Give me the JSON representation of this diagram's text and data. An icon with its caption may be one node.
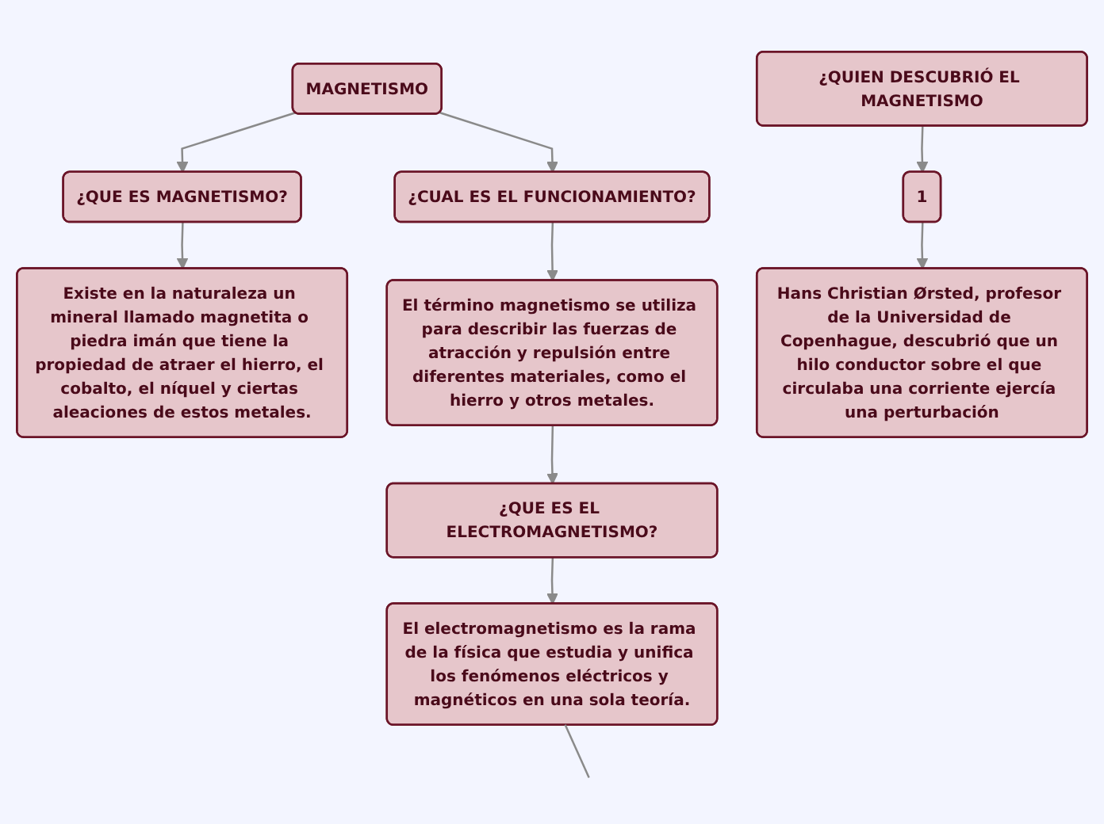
{
  "diagram": {
    "nodes": [
      {
        "text": [
          "MAGNETISMO"
        ]
      },
      {
        "text": [
          "¿QUE ES MAGNETISMO?"
        ]
      },
      {
        "text": [
          "¿CUAL ES EL FUNCIONAMIENTO?"
        ]
      },
      {
        "text": [
          "Existe en la naturaleza un mineral llamado magnetita o piedra imán que tiene la propiedad de atraer el hierro, el cobalto, el níquel y ciertas aleaciones de estos metales."
        ]
      },
      {
        "text": [
          "¿QUIEN DESCUBRIÓ EL MAGNETISMO"
        ]
      },
      {
        "text": [
          "1"
        ]
      },
      {
        "text": [
          "Hans Christian Ørsted, profesor de la Universidad de Copenhague, descubrió que un hilo conductor sobre el que circulaba una corriente ejercía una perturbación"
        ]
      },
      {
        "text": [
          "El término magnetismo se utiliza para describir las fuerzas de atracción y repulsión entre diferentes materiales, como el hierro y otros metales."
        ]
      },
      {
        "text": [
          "¿QUE ES EL ELECTROMAGNETISMO?"
        ]
      },
      {
        "text": [
          "El electromagnetismo es la rama de la física que estudia y unifica los fenómenos eléctricos y magnéticos en una sola teoría."
        ]
      }
    ],
    "edges": [
      {
        "from": 0,
        "to": 1,
        "arrow": "to"
      },
      {
        "from": 0,
        "to": 2,
        "arrow": "to"
      },
      {
        "from": 1,
        "to": 3,
        "arrow": "to"
      },
      {
        "from": 2,
        "to": 7,
        "arrow": "to"
      },
      {
        "from": 4,
        "to": 5,
        "arrow": "to"
      },
      {
        "from": 5,
        "to": 6,
        "arrow": "to"
      },
      {
        "from": 7,
        "to": 8,
        "arrow": "to"
      },
      {
        "from": 8,
        "to": 9,
        "arrow": "to"
      },
      {
        "from": 9,
        "to": null,
        "arrow": "none"
      }
    ]
  }
}
